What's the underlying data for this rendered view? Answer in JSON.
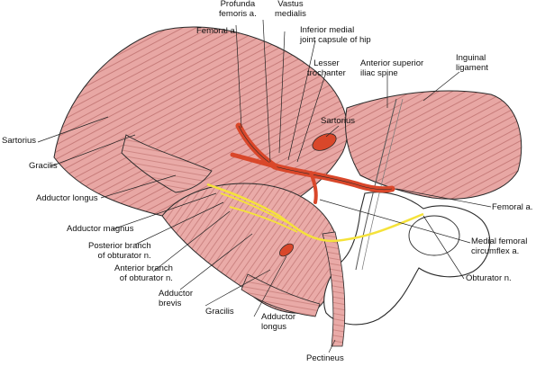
{
  "labels": {
    "profunda_femoris_a": [
      "Profunda",
      "femoris a."
    ],
    "vastus_medialis": [
      "Vastus",
      "medialis"
    ],
    "femoral_a_top": "Femoral a.",
    "inferior_medial_joint_capsule": [
      "Inferior medial",
      "joint capsule of hip"
    ],
    "lesser_trochanter": [
      "Lesser",
      "trochanter"
    ],
    "anterior_superior_iliac_spine": [
      "Anterior superior",
      "iliac spine"
    ],
    "inguinal_ligament": [
      "Inguinal",
      "ligament"
    ],
    "sartorius_right": "Sartorius",
    "sartorius_left": "Sartorius",
    "gracilis_left": "Gracilis",
    "adductor_longus_left": "Adductor longus",
    "adductor_magnus": "Adductor magnus",
    "posterior_branch_obturator": [
      "Posterior branch",
      "of obturator n."
    ],
    "anterior_branch_obturator": [
      "Anterior branch",
      "of obturator n."
    ],
    "adductor_brevis": [
      "Adductor",
      "brevis"
    ],
    "gracilis_bottom": "Gracilis",
    "adductor_longus_bottom": [
      "Adductor",
      "longus"
    ],
    "pectineus": "Pectineus",
    "femoral_a_right": "Femoral a.",
    "medial_femoral_circumflex_a": [
      "Medial femoral",
      "circumflex a."
    ],
    "obturator_n": "Obturator n."
  },
  "colors": {
    "muscle": "#e7a6a3",
    "muscle_dark": "#c97c7a",
    "artery": "#d9472a",
    "nerve": "#f5e23a",
    "bone": "#ffffff",
    "outline": "#2a2a2a"
  }
}
